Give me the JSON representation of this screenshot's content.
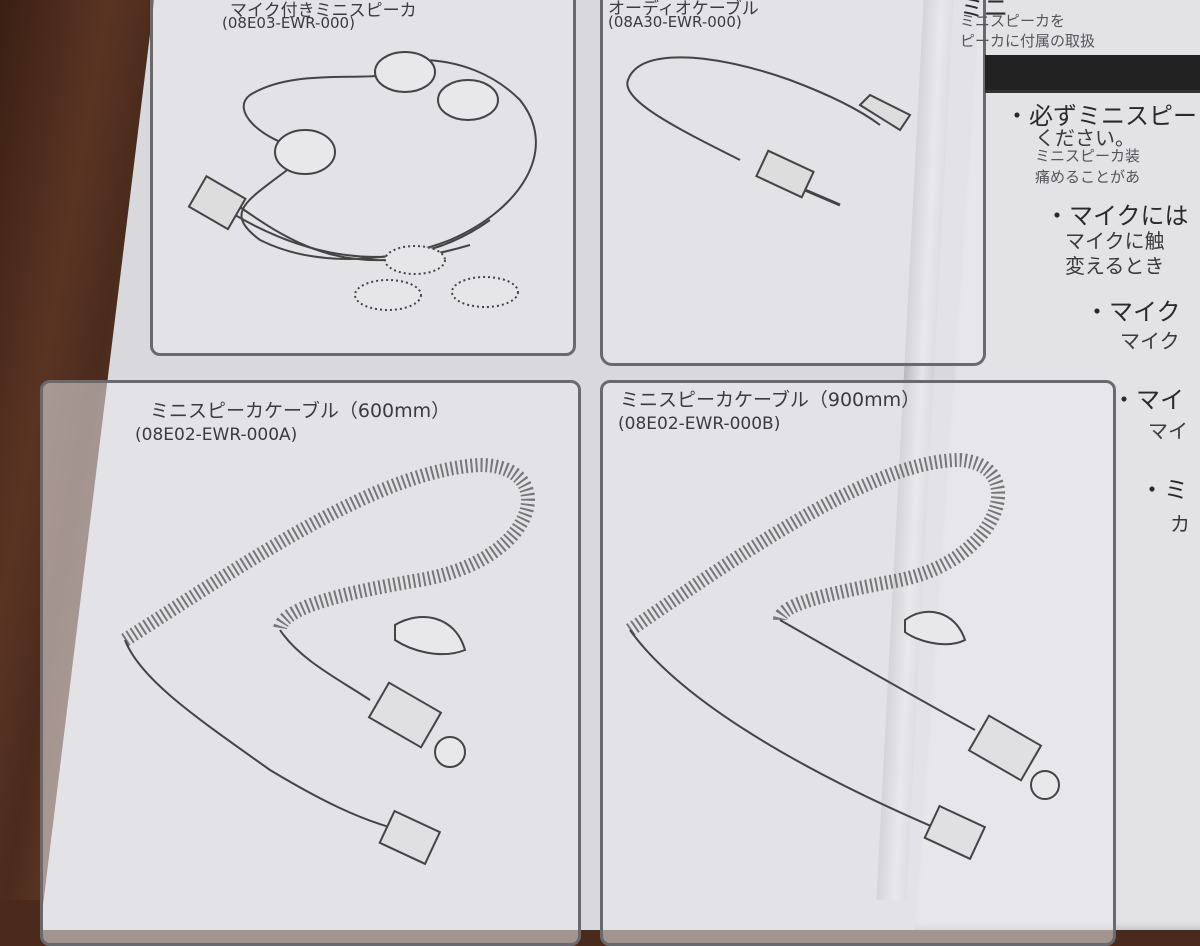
{
  "panels": [
    {
      "title": "マイク付きミニスピーカ",
      "code": "(08E03-EWR-000)"
    },
    {
      "title": "オーディオケーブル",
      "code": "(08A30-EWR-000)"
    },
    {
      "title": "ミニスピーカケーブル（600mm）",
      "code": "(08E02-EWR-000A)"
    },
    {
      "title": "ミニスピーカケーブル（900mm）",
      "code": "(08E02-EWR-000B)"
    }
  ],
  "right_page": {
    "heading": "ミニ",
    "intro_lines": [
      "ミニスピーカを",
      "ピーカに付属の取扱"
    ],
    "bullets": [
      {
        "main": "・必ずミニスピー",
        "lines": [
          "ください。",
          "ミニスピーカ装",
          "痛めることがあ"
        ]
      },
      {
        "main": "・マイクには",
        "lines": [
          "マイクに触",
          "変えるとき"
        ]
      },
      {
        "main": "・マイク",
        "lines": [
          "マイク"
        ]
      },
      {
        "main": "・マイ",
        "lines": [
          "マイ"
        ]
      },
      {
        "main": "・ミ",
        "lines": [
          "カ"
        ]
      }
    ]
  }
}
